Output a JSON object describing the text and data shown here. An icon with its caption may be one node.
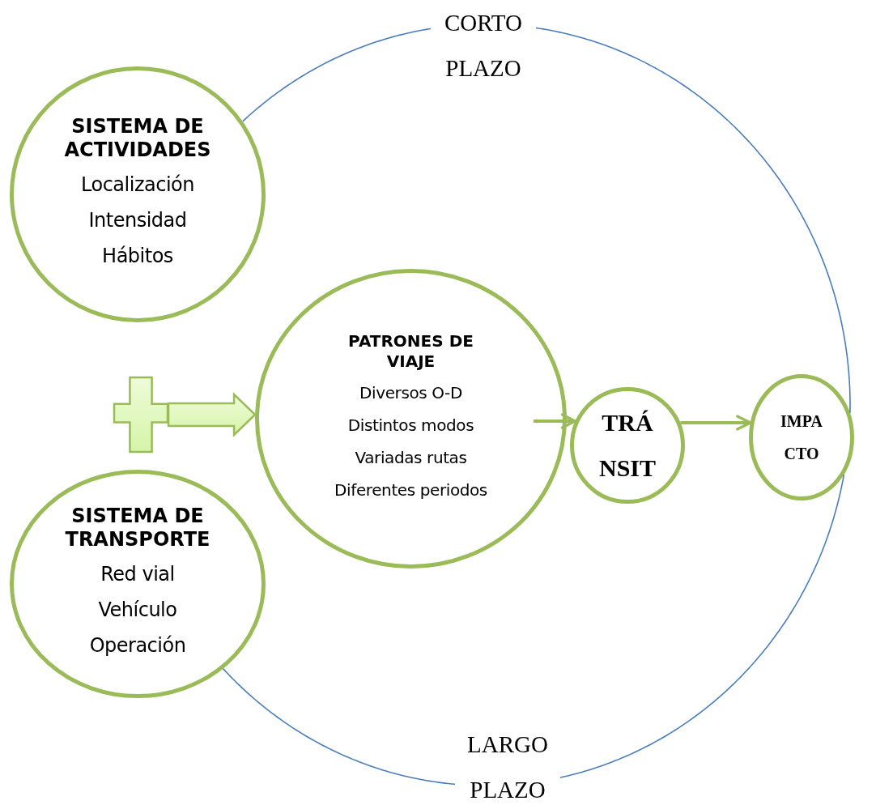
{
  "diagram": {
    "nodes": [
      {
        "text": [
          "SISTEMA DE ACTIVIDADES",
          "Localización",
          "Intensidad",
          "Hábitos"
        ]
      },
      {
        "text": [
          "SISTEMA DE TRANSPORTE",
          "Red vial",
          "Vehículo",
          "Operación"
        ]
      },
      {
        "text": [
          "PATRONES DE VIAJE",
          "Diversos O-D",
          "Distintos modos",
          "Variadas rutas",
          "Diferentes periodos"
        ]
      },
      {
        "text": [
          "TRÁ NSIT"
        ]
      },
      {
        "text": [
          "IMPA CTO"
        ]
      },
      {
        "text": [
          "CORTO PLAZO"
        ]
      },
      {
        "text": [
          "LARGO PLAZO"
        ]
      },
      {
        "text": [],
        "shape": "plus"
      }
    ],
    "edges": [
      {
        "from": 7,
        "to": 2,
        "arrow": "to",
        "style": "thick",
        "color": "#9bbb59"
      },
      {
        "from": 2,
        "to": 3,
        "arrow": "to",
        "style": "thick",
        "color": "#9bbb59"
      },
      {
        "from": 3,
        "to": 4,
        "arrow": "to",
        "style": "thick",
        "color": "#9bbb59"
      },
      {
        "from": 0,
        "to": 5,
        "arrow": "none",
        "color": "#4a7ebb"
      },
      {
        "from": 5,
        "to": 4,
        "arrow": "none",
        "color": "#4a7ebb"
      },
      {
        "from": 4,
        "to": 6,
        "arrow": "none",
        "color": "#4a7ebb"
      },
      {
        "from": 6,
        "to": 1,
        "arrow": "none",
        "color": "#4a7ebb"
      }
    ]
  }
}
